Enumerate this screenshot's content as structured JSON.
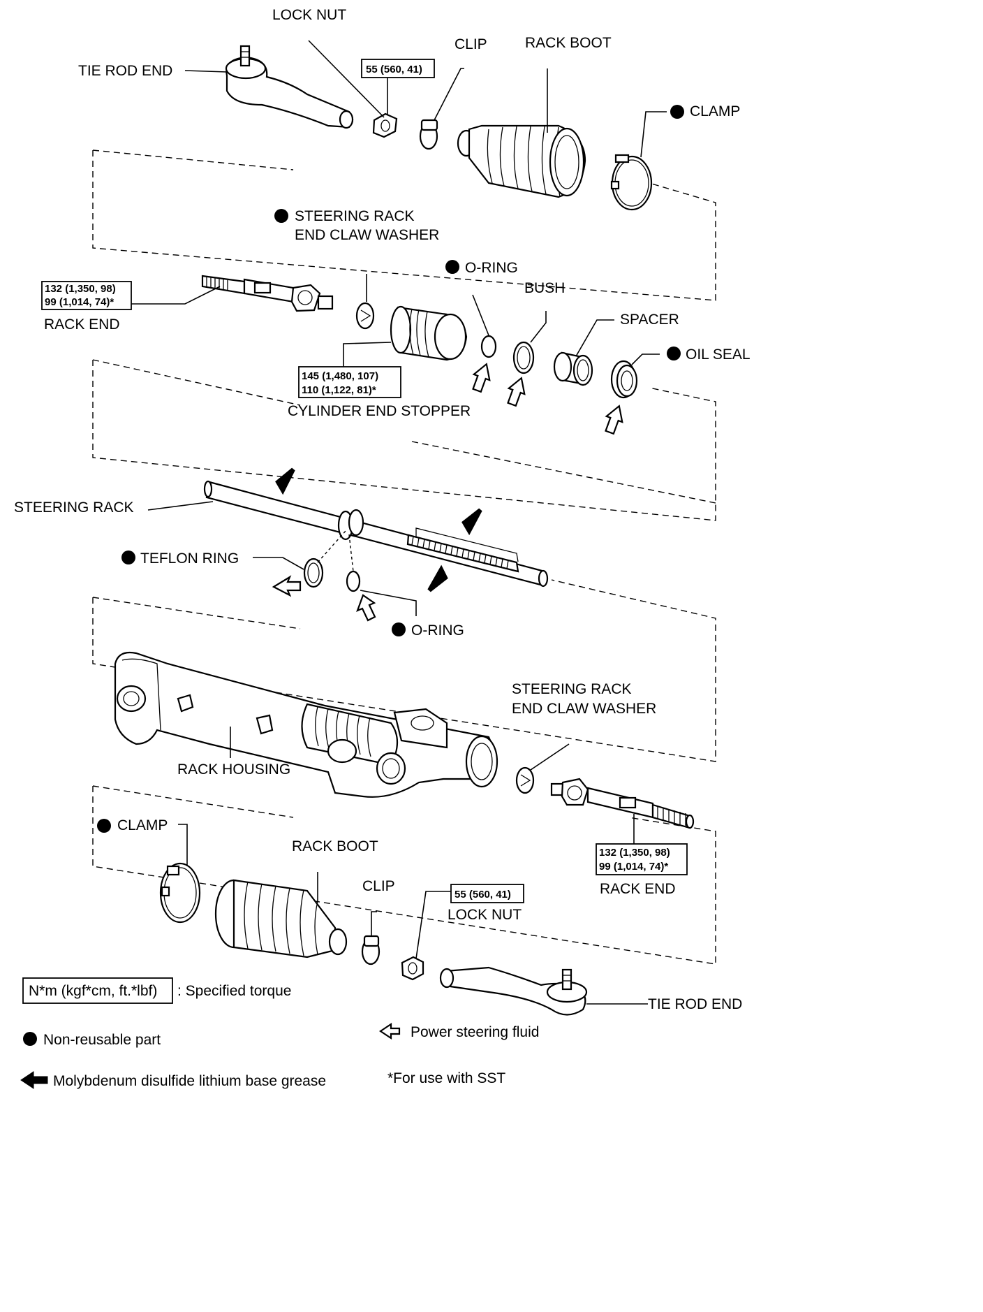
{
  "labels": {
    "lock_nut_top": "LOCK NUT",
    "clip_top": "CLIP",
    "rack_boot_top": "RACK BOOT",
    "tie_rod_end_top": "TIE ROD END",
    "clamp_top": "CLAMP",
    "claw_washer_top_1": "STEERING RACK",
    "claw_washer_top_2": "END CLAW WASHER",
    "o_ring_top": "O-RING",
    "bush": "BUSH",
    "spacer": "SPACER",
    "oil_seal": "OIL SEAL",
    "rack_end_top": "RACK END",
    "cylinder_end_stopper": "CYLINDER END STOPPER",
    "steering_rack": "STEERING RACK",
    "teflon_ring": "TEFLON RING",
    "o_ring_mid": "O-RING",
    "claw_washer_bottom_1": "STEERING RACK",
    "claw_washer_bottom_2": "END CLAW WASHER",
    "rack_housing": "RACK HOUSING",
    "clamp_bottom": "CLAMP",
    "rack_boot_bottom": "RACK BOOT",
    "clip_bottom": "CLIP",
    "lock_nut_bottom": "LOCK NUT",
    "rack_end_bottom": "RACK END",
    "tie_rod_end_bottom": "TIE ROD END"
  },
  "torques": {
    "lock_nut_top": "55 (560, 41)",
    "rack_end_top_1": "132 (1,350, 98)",
    "rack_end_top_2": "99 (1,014, 74)*",
    "stopper_1": "145 (1,480, 107)",
    "stopper_2": "110 (1,122, 81)*",
    "rack_end_bottom_1": "132 (1,350, 98)",
    "rack_end_bottom_2": "99 (1,014, 74)*",
    "lock_nut_bottom": "55 (560, 41)"
  },
  "legend": {
    "torque_box": "N*m (kgf*cm, ft.*lbf)",
    "torque_text": ": Specified torque",
    "non_reusable": "Non-reusable part",
    "fluid": "Power steering fluid",
    "grease": "Molybdenum disulfide lithium base grease",
    "sst": "*For use with SST"
  }
}
